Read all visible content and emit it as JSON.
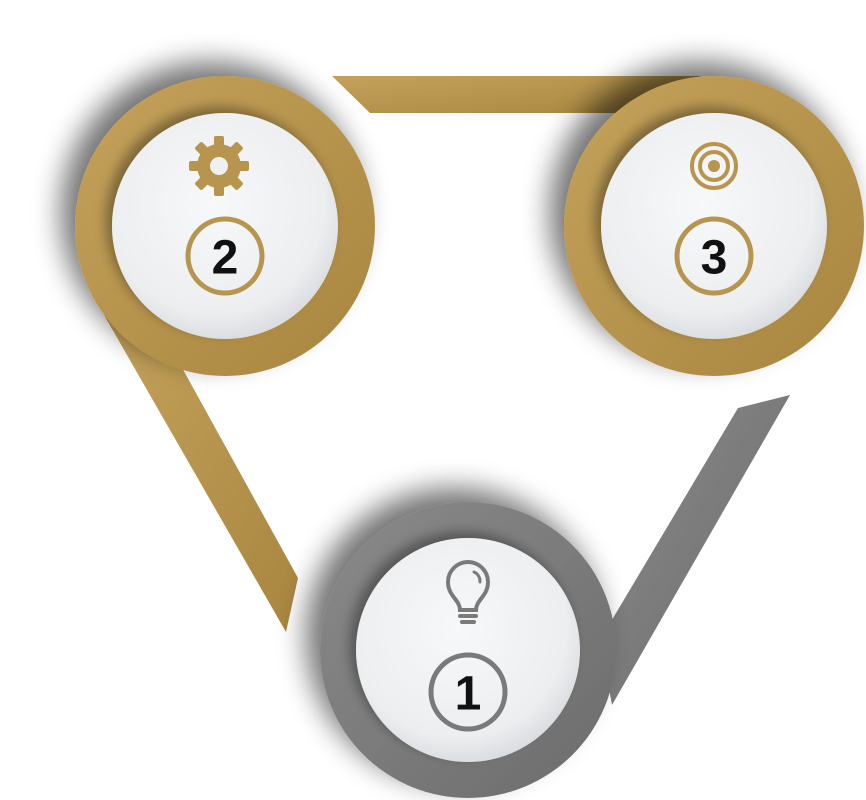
{
  "steps": [
    {
      "number": "1",
      "icon": "lightbulb-icon",
      "color": "#7a7a7a"
    },
    {
      "number": "2",
      "icon": "gear-icon",
      "color": "#b8954f"
    },
    {
      "number": "3",
      "icon": "target-icon",
      "color": "#b8954f"
    }
  ],
  "colors": {
    "gold": "#b8954f",
    "gray": "#7a7a7a",
    "disc": "#eef0f1",
    "text": "#111111"
  }
}
